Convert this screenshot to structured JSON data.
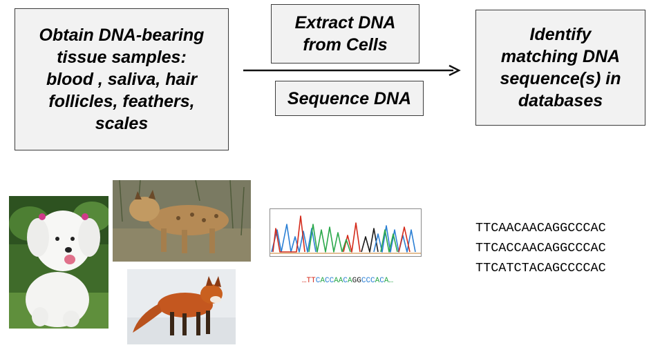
{
  "steps": {
    "obtain": {
      "lines": [
        "Obtain DNA-bearing",
        "tissue samples:",
        "blood , saliva, hair",
        "follicles, feathers,",
        "scales"
      ]
    },
    "extract": {
      "lines": [
        "Extract DNA",
        "from Cells"
      ]
    },
    "sequence": {
      "lines": [
        "Sequence DNA"
      ]
    },
    "identify": {
      "lines": [
        "Identify",
        "matching DNA",
        "sequence(s) in",
        "databases"
      ]
    }
  },
  "photos": [
    "white poodle",
    "bobcat",
    "red fox"
  ],
  "read_sequence": {
    "prefix": "…",
    "suffix": "…",
    "bases": [
      "T",
      "T",
      "C",
      "A",
      "C",
      "C",
      "A",
      "A",
      "C",
      "A",
      "G",
      "G",
      "C",
      "C",
      "C",
      "A",
      "C",
      "A"
    ],
    "colors": {
      "A": "#2aa84a",
      "C": "#2a7fd4",
      "G": "#1a1a1a",
      "T": "#d42a1a"
    }
  },
  "database_sequences": [
    "TTCAACAACAGGCCCAC",
    "TTCACCAACAGGCCCAC",
    "TTCATCTACAGCCCCAC"
  ]
}
